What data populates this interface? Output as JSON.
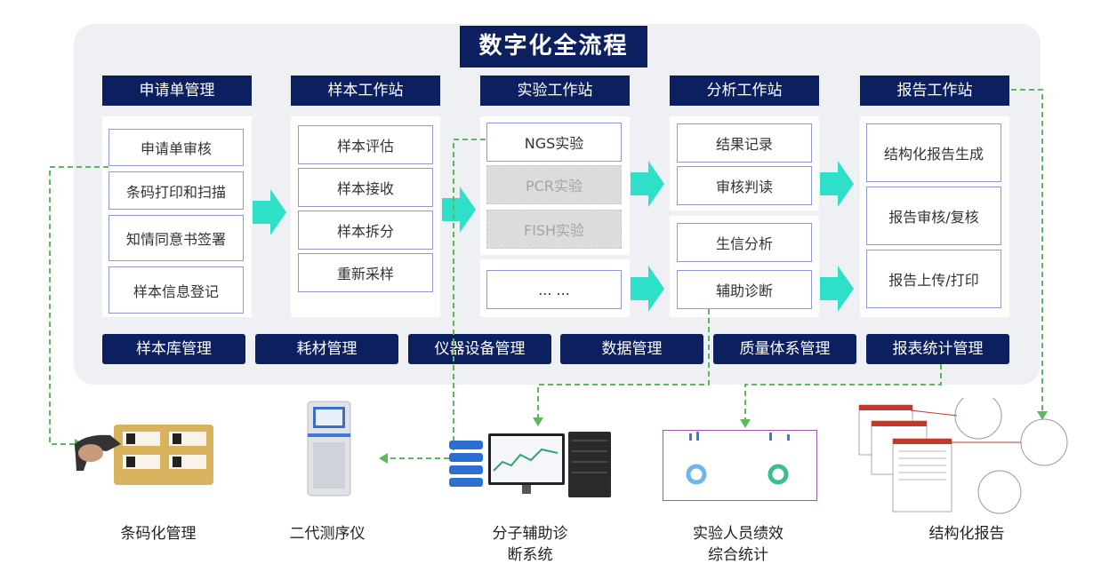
{
  "title": "数字化全流程",
  "stations": [
    {
      "header": "申请单管理",
      "items": [
        "申请单审核",
        "条码打印和扫描",
        "知情同意书签署",
        "样本信息登记"
      ]
    },
    {
      "header": "样本工作站",
      "items": [
        "样本评估",
        "样本接收",
        "样本拆分",
        "重新采样"
      ]
    },
    {
      "header": "实验工作站",
      "items": [
        "NGS实验",
        "PCR实验",
        "FISH实验",
        "... ..."
      ]
    },
    {
      "header": "分析工作站",
      "items": [
        "结果记录",
        "审核判读",
        "生信分析",
        "辅助诊断"
      ]
    },
    {
      "header": "报告工作站",
      "items": [
        "结构化报告生成",
        "报告审核/复核",
        "报告上传/打印"
      ]
    }
  ],
  "footer": [
    "样本库管理",
    "耗材管理",
    "仪器设备管理",
    "数据管理",
    "质量体系管理",
    "报表统计管理"
  ],
  "bottom": [
    {
      "caption": "条码化管理",
      "icon": "barcode-scanner-image"
    },
    {
      "caption": "二代测序仪",
      "icon": "sequencer-image"
    },
    {
      "caption": "分子辅助诊\n断系统",
      "icon": "diagnosis-system-image"
    },
    {
      "caption": "实验人员绩效\n综合统计",
      "icon": "statistics-dashboard-image"
    },
    {
      "caption": "结构化报告",
      "icon": "structured-report-image"
    }
  ],
  "colors": {
    "navy": "#0c2060",
    "accent": "#2ee0c8",
    "item_border": "#8f98d6",
    "link": "#5cb85c",
    "panel": "#eef0f3"
  }
}
